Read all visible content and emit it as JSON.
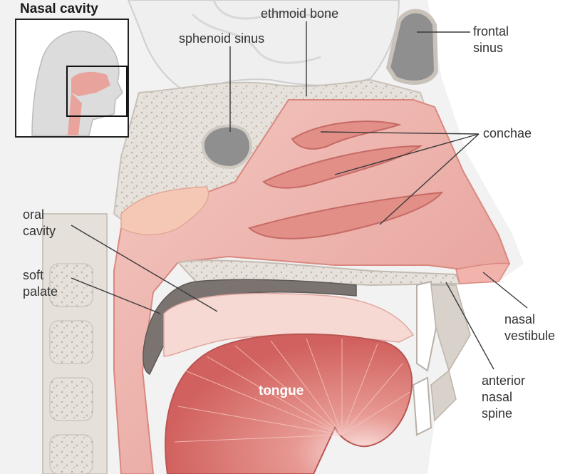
{
  "inset": {
    "title": "Nasal cavity"
  },
  "labels": {
    "ethmoid_bone": "ethmoid bone",
    "sphenoid_sinus": "sphenoid sinus",
    "frontal_sinus": [
      "frontal",
      "sinus"
    ],
    "conchae": "conchae",
    "oral_cavity": [
      "oral",
      "cavity"
    ],
    "soft_palate": [
      "soft",
      "palate"
    ],
    "nasal_vestibule": [
      "nasal",
      "vestibule"
    ],
    "anterior_nasal_spine": [
      "anterior",
      "nasal",
      "spine"
    ],
    "tongue": "tongue"
  },
  "colors": {
    "bone": "#e8e4df",
    "bone_edge": "#c9c2bb",
    "spongy_bone": "#d9d2ca",
    "mucosa": "#e9a49d",
    "mucosa_light": "#f3c4bd",
    "cavity_dark": "#c66a66",
    "muscle": "#d96f6c",
    "brain": "#efefef",
    "sinus_air": "#8f8f8f"
  }
}
